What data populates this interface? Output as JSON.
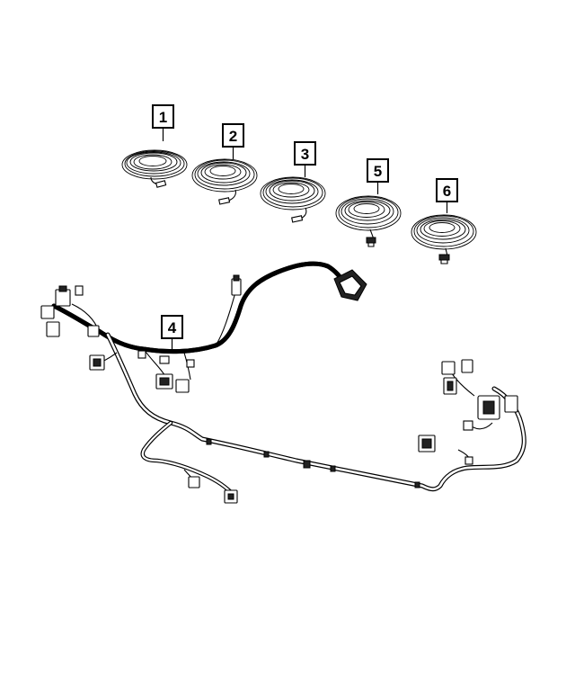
{
  "diagram": {
    "callouts": [
      {
        "id": "1",
        "label": "1"
      },
      {
        "id": "2",
        "label": "2"
      },
      {
        "id": "3",
        "label": "3"
      },
      {
        "id": "5",
        "label": "5"
      },
      {
        "id": "6",
        "label": "6"
      },
      {
        "id": "4",
        "label": "4"
      }
    ],
    "parts": [
      {
        "callout": "1",
        "kind": "coiled-wire-harness"
      },
      {
        "callout": "2",
        "kind": "coiled-wire-harness"
      },
      {
        "callout": "3",
        "kind": "coiled-wire-harness"
      },
      {
        "callout": "5",
        "kind": "coiled-wire-harness"
      },
      {
        "callout": "6",
        "kind": "coiled-wire-harness"
      },
      {
        "callout": "4",
        "kind": "main-wire-harness"
      }
    ],
    "colors": {
      "line": "#000000",
      "background": "#ffffff"
    }
  }
}
